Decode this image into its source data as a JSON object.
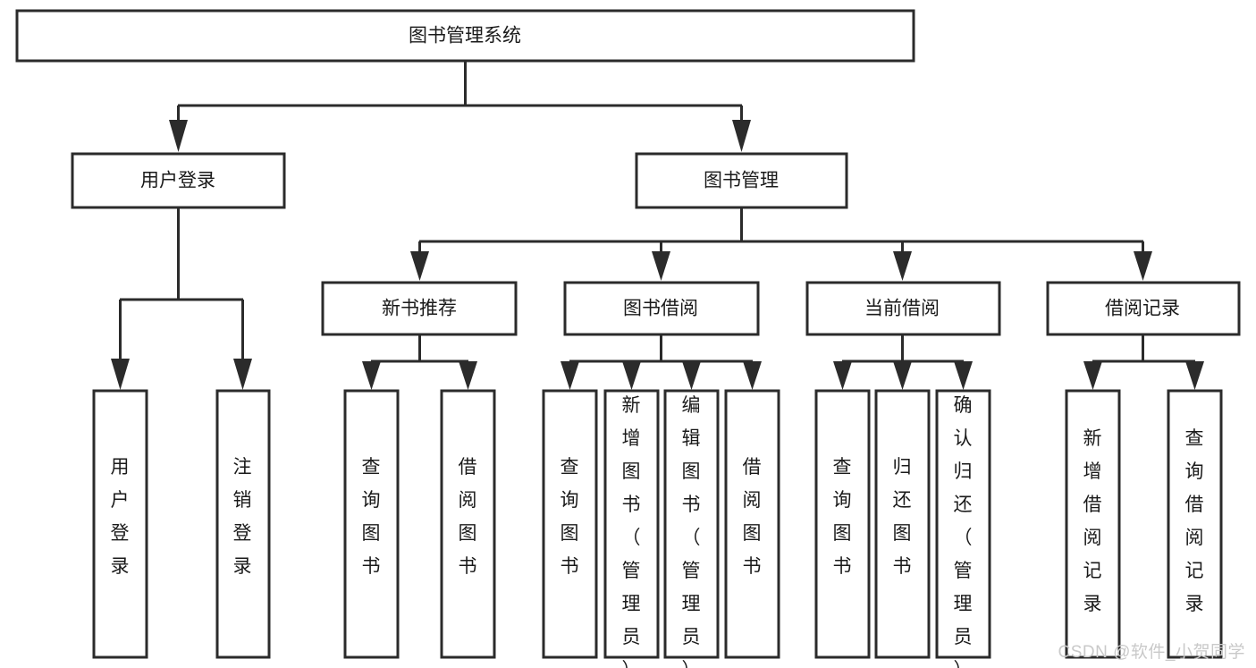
{
  "diagram": {
    "type": "tree-hierarchy",
    "title": "图书管理系统",
    "orientation": "top-down",
    "colors": {
      "stroke": "#2b2b2b",
      "fill": "#ffffff",
      "text": "#1a1a1a",
      "watermark": "#c9c9c9"
    },
    "root": {
      "id": "root",
      "label": "图书管理系统"
    },
    "level1": [
      {
        "id": "n-user-login",
        "label": "用户登录"
      },
      {
        "id": "n-book-manage",
        "label": "图书管理"
      }
    ],
    "level2": [
      {
        "id": "n-new-book-rec",
        "label": "新书推荐",
        "parent": "n-book-manage"
      },
      {
        "id": "n-book-borrow",
        "label": "图书借阅",
        "parent": "n-book-manage"
      },
      {
        "id": "n-current-borrow",
        "label": "当前借阅",
        "parent": "n-book-manage"
      },
      {
        "id": "n-borrow-record",
        "label": "借阅记录",
        "parent": "n-book-manage"
      }
    ],
    "leaves": {
      "n-user-login": [
        {
          "id": "leaf-user-login",
          "label": "用户登录"
        },
        {
          "id": "leaf-logout",
          "label": "注销登录"
        }
      ],
      "n-new-book-rec": [
        {
          "id": "leaf-query-book-1",
          "label": "查询图书"
        },
        {
          "id": "leaf-borrow-book-1",
          "label": "借阅图书"
        }
      ],
      "n-book-borrow": [
        {
          "id": "leaf-query-book-2",
          "label": "查询图书"
        },
        {
          "id": "leaf-add-book",
          "label": "新增图书（管理员）"
        },
        {
          "id": "leaf-edit-book",
          "label": "编辑图书（管理员）"
        },
        {
          "id": "leaf-borrow-book-2",
          "label": "借阅图书"
        }
      ],
      "n-current-borrow": [
        {
          "id": "leaf-query-book-3",
          "label": "查询图书"
        },
        {
          "id": "leaf-return-book",
          "label": "归还图书"
        },
        {
          "id": "leaf-confirm-return",
          "label": "确认归还（管理员）"
        }
      ],
      "n-borrow-record": [
        {
          "id": "leaf-add-record",
          "label": "新增借阅记录"
        },
        {
          "id": "leaf-query-record",
          "label": "查询借阅记录"
        }
      ]
    }
  },
  "watermark": {
    "text": "CSDN @软件_小贺同学"
  }
}
